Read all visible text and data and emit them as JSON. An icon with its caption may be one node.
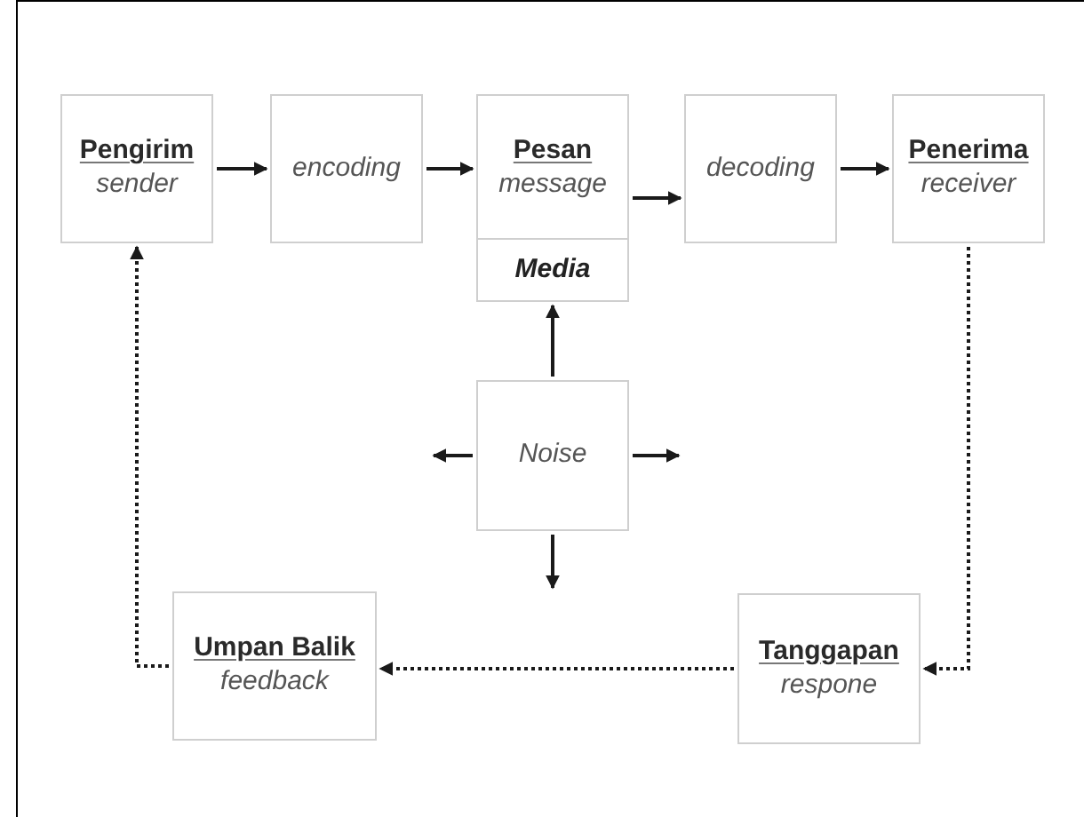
{
  "diagram": {
    "nodes": [
      {
        "text": [
          "Pengirim",
          "sender"
        ]
      },
      {
        "text": [
          "encoding"
        ]
      },
      {
        "text": [
          "Pesan",
          "message"
        ]
      },
      {
        "text": [
          "Media"
        ],
        "in": 2
      },
      {
        "text": [
          "decoding"
        ]
      },
      {
        "text": [
          "Penerima",
          "receiver"
        ]
      },
      {
        "text": [
          "Noise"
        ]
      },
      {
        "text": [
          "Umpan Balik",
          "feedback"
        ]
      },
      {
        "text": [
          "Tanggapan",
          "respone"
        ]
      }
    ],
    "edges": [
      {
        "from": 0,
        "to": 1,
        "arrow": "to"
      },
      {
        "from": 1,
        "to": 2,
        "arrow": "to"
      },
      {
        "from": 2,
        "to": 4,
        "arrow": "to"
      },
      {
        "from": 4,
        "to": 5,
        "arrow": "to"
      },
      {
        "from": 6,
        "to": 3,
        "arrow": "to"
      },
      {
        "from": 6,
        "to": null,
        "arrow": "to"
      },
      {
        "from": 6,
        "to": null,
        "arrow": "to"
      },
      {
        "from": 6,
        "to": null,
        "arrow": "to"
      },
      {
        "from": 5,
        "to": 8,
        "arrow": "to",
        "style": "dashed"
      },
      {
        "from": 8,
        "to": 7,
        "arrow": "to",
        "style": "dashed"
      },
      {
        "from": 7,
        "to": 0,
        "arrow": "to",
        "style": "dashed"
      }
    ]
  }
}
